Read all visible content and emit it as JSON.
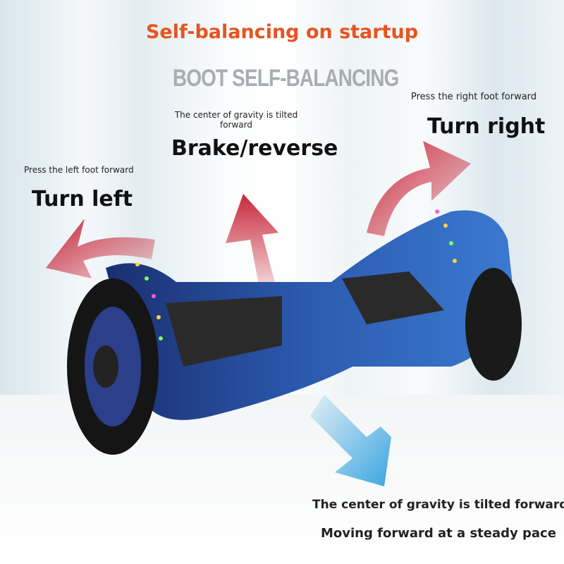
{
  "title": "Self-balancing on startup",
  "watermark": "BOOT SELF-BALANCING",
  "brake": {
    "hint": "The center of gravity is tilted forward",
    "label": "Brake/reverse"
  },
  "left": {
    "hint": "Press the left foot forward",
    "label": "Turn left"
  },
  "right": {
    "hint": "Press the right foot forward",
    "label": "Turn right"
  },
  "forward": {
    "hint": "The center of gravity is tilted forward",
    "label": "Moving forward at a steady pace"
  },
  "colors": {
    "title": "#e8531f",
    "red_arrow": "#c8283a",
    "blue_arrow": "#3aa5e0",
    "board": "#1f3f8a"
  }
}
